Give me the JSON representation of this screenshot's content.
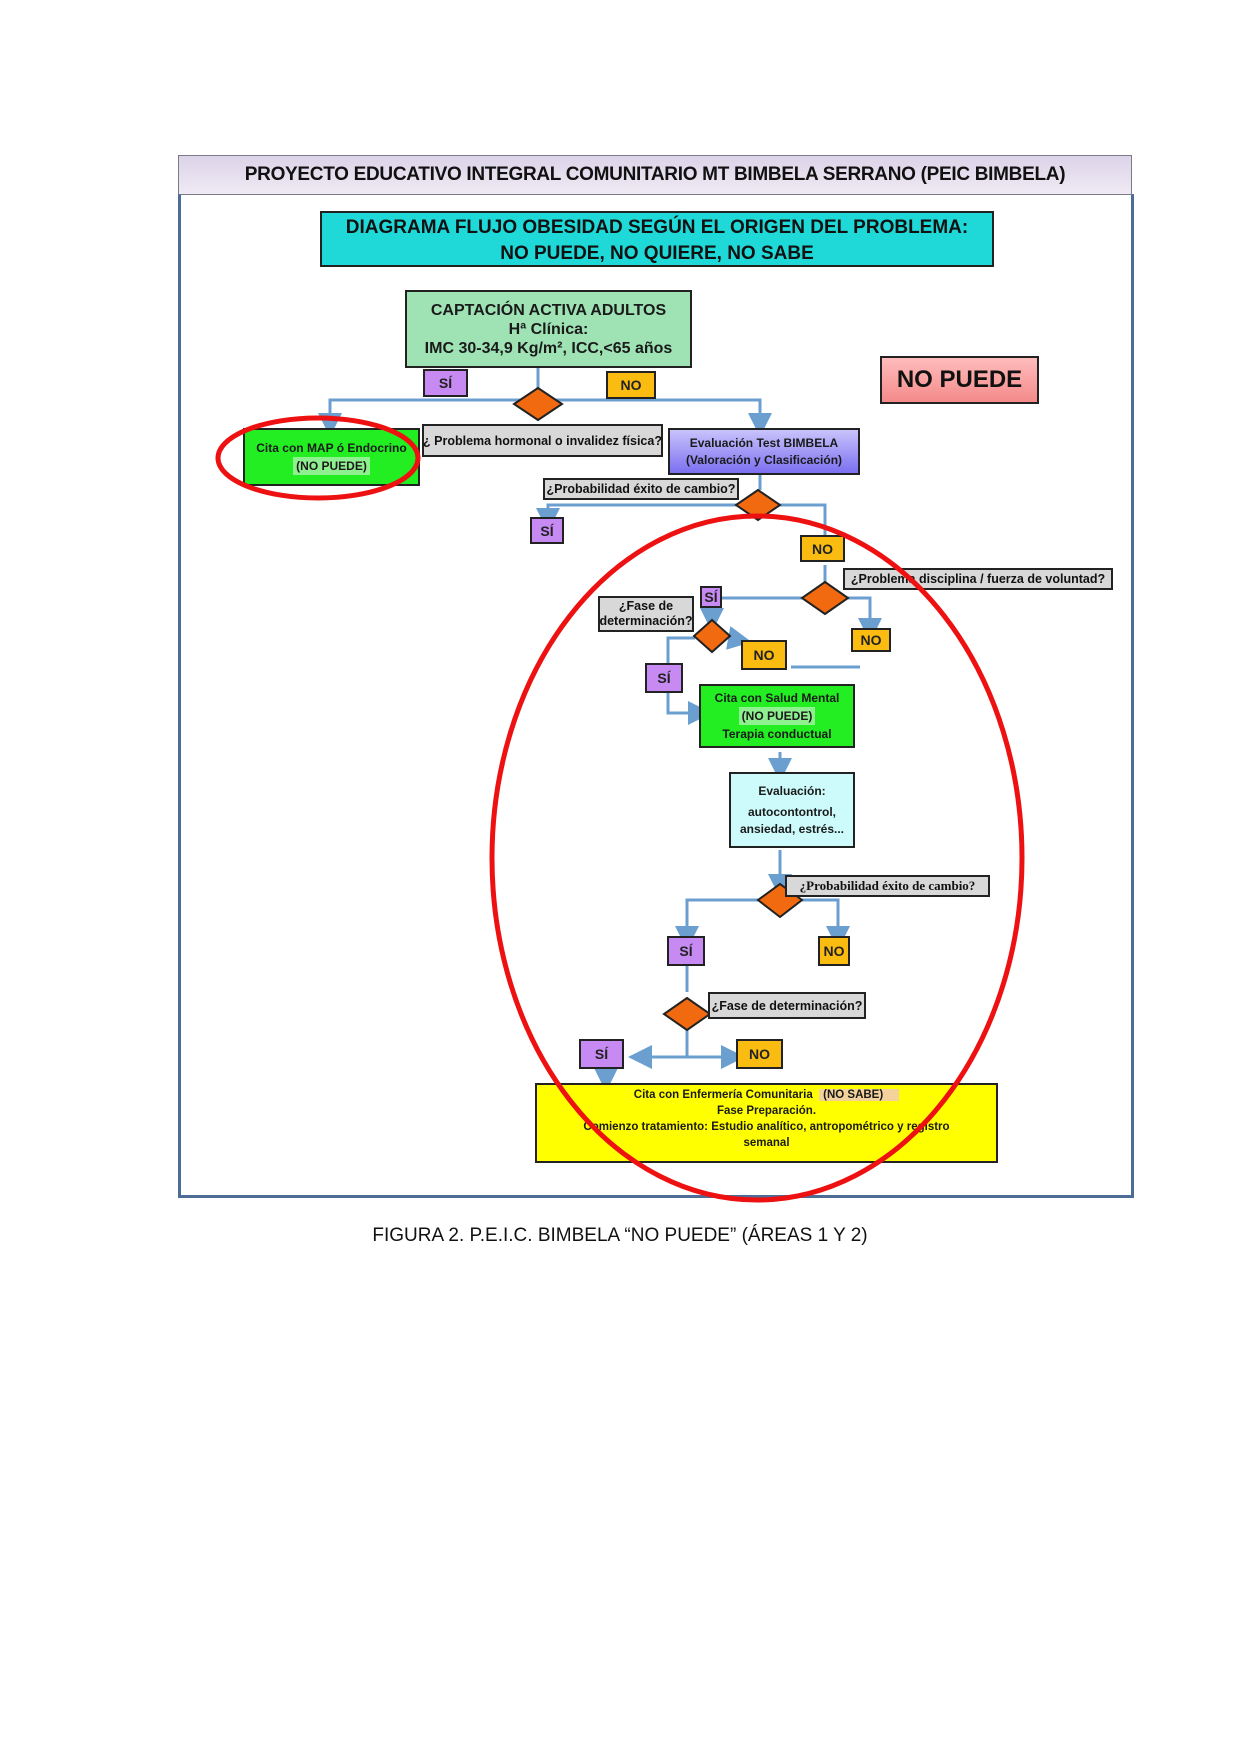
{
  "header": {
    "project_title": "PROYECTO EDUCATIVO INTEGRAL COMUNITARIO MT BIMBELA SERRANO (PEIC BIMBELA)"
  },
  "diagram_title": {
    "line1": "DIAGRAMA FLUJO OBESIDAD SEGÚN EL ORIGEN DEL PROBLEMA:",
    "line2": "NO PUEDE, NO QUIERE, NO SABE"
  },
  "badge": {
    "label": "NO PUEDE",
    "color": "#f48a8a"
  },
  "nodes": {
    "captacion": {
      "line1": "CAPTACIÓN ACTIVA ADULTOS",
      "line2": "Hª Clínica:",
      "line3": "IMC 30-34,9 Kg/m², ICC,<65 años"
    },
    "q_hormonal": "¿ Problema hormonal o invalidez física?",
    "cita_map": {
      "line1": "Cita con MAP ó Endocrino",
      "line2": "(NO PUEDE)"
    },
    "eval_bimbela": {
      "line1": "Evaluación Test BIMBELA",
      "line2": "(Valoración y Clasificación)"
    },
    "q_probabilidad_1": "¿Probabilidad éxito de cambio?",
    "q_disciplina": "¿Problema disciplina / fuerza de voluntad?",
    "q_fase_1": {
      "line1": "¿Fase de",
      "line2": "determinación?"
    },
    "cita_salud_mental": {
      "line1": "Cita con Salud Mental",
      "line2": "(NO PUEDE)",
      "line3": "Terapia conductual"
    },
    "evaluacion": {
      "line1": "Evaluación:",
      "line2": "autocontontrol,",
      "line3": "ansiedad, estrés..."
    },
    "q_probabilidad_2": "¿Probabilidad éxito de cambio?",
    "q_fase_2": "¿Fase de determinación?",
    "cita_enfermeria": {
      "line1": "Cita con Enfermería Comunitaria",
      "tag": "(NO SABE)",
      "line2": "Fase Preparación.",
      "line3": "Comienzo tratamiento: Estudio analítico, antropométrico y registro",
      "line4": "semanal"
    }
  },
  "labels": {
    "si": "SÍ",
    "no": "NO"
  },
  "colors": {
    "si": "#c68af2",
    "no": "#fbbc11",
    "decision": "#f26a10",
    "connector": "#6a9fcf",
    "highlight_circle": "#ee1111"
  },
  "caption": "FIGURA 2. P.E.I.C. BIMBELA “NO PUEDE” (ÁREAS 1 Y 2)"
}
